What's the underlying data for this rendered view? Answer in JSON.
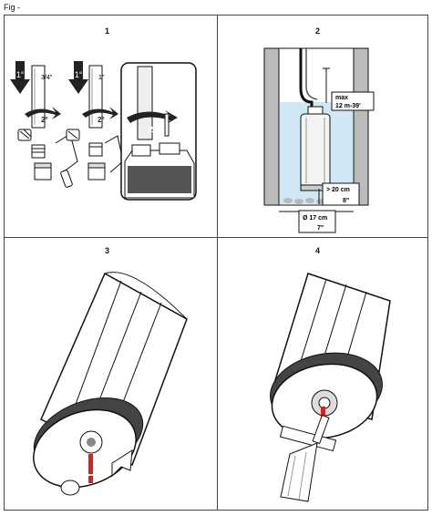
{
  "fig_label": "Fig -",
  "panels": [
    {
      "number": "1",
      "labels": {
        "rot1_a": "1°",
        "rot2_a": "2°",
        "size_a": "3/4\"",
        "rot1_b": "1°",
        "rot2_b": "2°",
        "size_b": "1\"",
        "rot2_c": "2°"
      }
    },
    {
      "number": "2",
      "labels": {
        "max_depth": "max",
        "max_depth_value": "12 m-39'",
        "min_height": "> 20 cm",
        "min_height_in": "8\"",
        "diameter": "Ø 17 cm",
        "diameter_in": "7\""
      }
    },
    {
      "number": "3"
    },
    {
      "number": "4"
    }
  ],
  "colors": {
    "water": "#cfe8f4",
    "arrow_red": "#d22222",
    "line": "#111111",
    "stone": "#b9b9b9"
  }
}
